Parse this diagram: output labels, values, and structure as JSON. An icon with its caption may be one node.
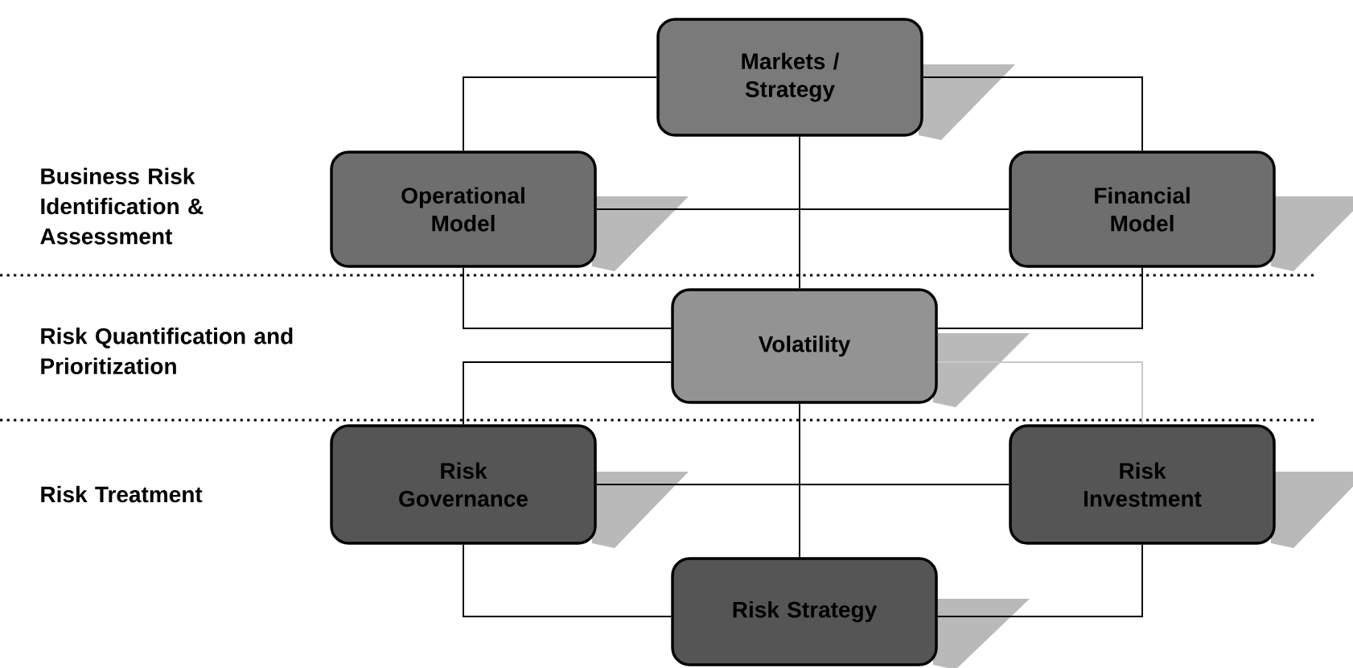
{
  "diagram": {
    "nodes": [
      {
        "text": [
          "Markets / Strategy"
        ]
      },
      {
        "text": [
          "Operational Model"
        ]
      },
      {
        "text": [
          "Financial Model"
        ]
      },
      {
        "text": [
          "Volatility"
        ]
      },
      {
        "text": [
          "Risk Governance"
        ]
      },
      {
        "text": [
          "Risk Investment"
        ]
      },
      {
        "text": [
          "Risk Strategy"
        ]
      }
    ],
    "edges": [
      {
        "from": 0,
        "to": 1,
        "arrow": "none"
      },
      {
        "from": 0,
        "to": 2,
        "arrow": "none"
      },
      {
        "from": 0,
        "to": 3,
        "arrow": "none"
      },
      {
        "from": 1,
        "to": 2,
        "arrow": "none"
      },
      {
        "from": 1,
        "to": 3,
        "arrow": "none"
      },
      {
        "from": 2,
        "to": 3,
        "arrow": "none"
      },
      {
        "from": 3,
        "to": 4,
        "arrow": "none"
      },
      {
        "from": 3,
        "to": 5,
        "arrow": "none",
        "color": "#c8c8c8"
      },
      {
        "from": 4,
        "to": 5,
        "arrow": "none"
      },
      {
        "from": 3,
        "to": 6,
        "arrow": "none"
      },
      {
        "from": 4,
        "to": 6,
        "arrow": "none"
      },
      {
        "from": 5,
        "to": 6,
        "arrow": "none"
      }
    ],
    "labels": [
      "Business Risk Identification & Assessment",
      "Risk Quantification and Prioritization",
      "Risk Treatment"
    ]
  }
}
